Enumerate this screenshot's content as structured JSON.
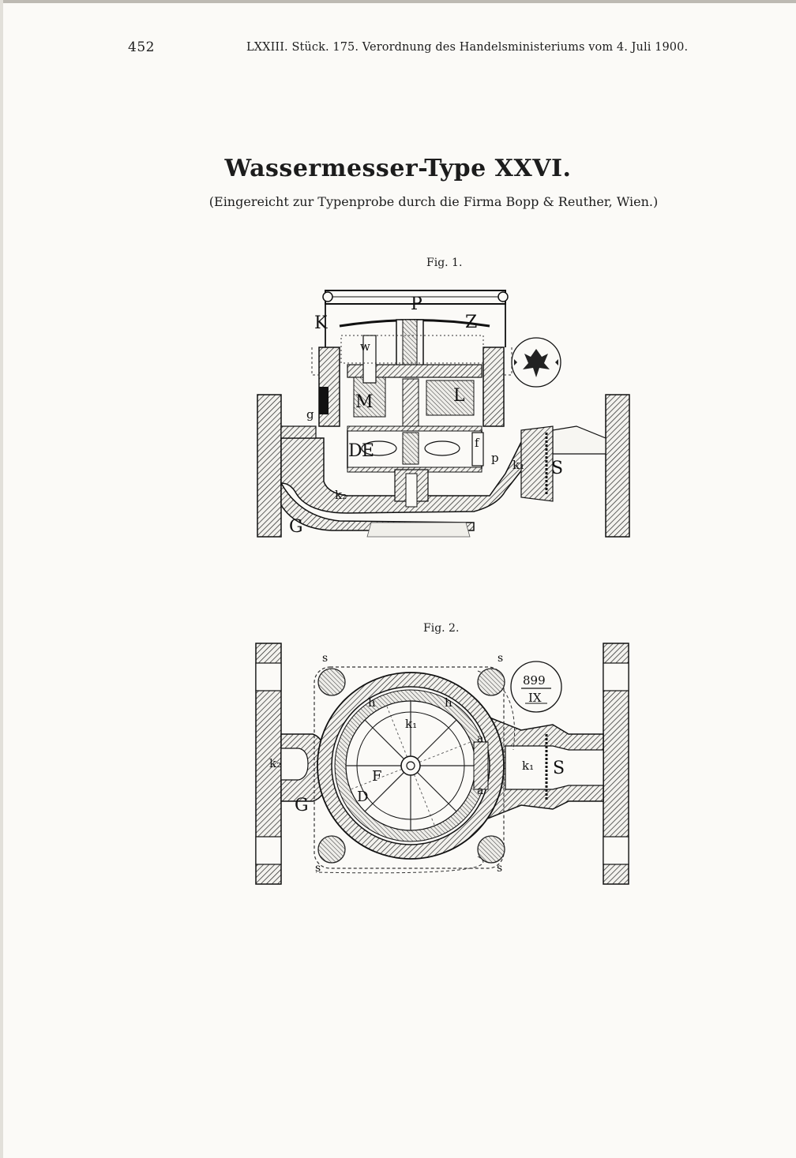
{
  "header": {
    "page_number": "452",
    "running_head": "LXXIII. Stück. 175. Verordnung des Handelsministeriums vom 4. Juli 1900."
  },
  "title": "Wassermesser-Type XXVI.",
  "subtitle": "(Eingereicht zur Typenprobe durch die Firma Bopp & Reuther, Wien.)",
  "figure1": {
    "caption": "Fig. 1.",
    "labels": {
      "P": "P",
      "K": "K",
      "Z": "Z",
      "w": "w",
      "M": "M",
      "L": "L",
      "g": "g",
      "D": "D",
      "E": "E",
      "f": "f",
      "p": "p",
      "k1": "k₁",
      "k2": "k₂",
      "S": "S",
      "G": "G"
    }
  },
  "figure2": {
    "caption": "Fig. 2.",
    "stamp": {
      "top": "899",
      "bottom": "IX"
    },
    "labels": {
      "s": "s",
      "h": "h",
      "k1": "k₁",
      "a": "a",
      "F": "F",
      "D": "D",
      "k2": "k₂",
      "G": "G",
      "S": "S"
    }
  },
  "colors": {
    "paper": "#fbfaf7",
    "ink": "#1c1c1c"
  }
}
